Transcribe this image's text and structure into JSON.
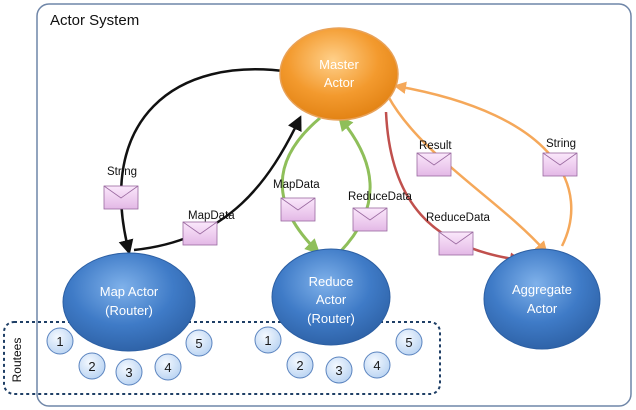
{
  "title": "Actor System",
  "routees_label": "Routees",
  "nodes": {
    "master": [
      "Master",
      "Actor"
    ],
    "map": [
      "Map Actor",
      "(Router)"
    ],
    "reduce": [
      "Reduce",
      "Actor",
      "(Router)"
    ],
    "aggregate": [
      "Aggregate",
      "Actor"
    ]
  },
  "messages": {
    "string_left": "String",
    "mapdata_bottom": "MapData",
    "mapdata_mid": "MapData",
    "reducedata_mid": "ReduceData",
    "result": "Result",
    "reducedata_right": "ReduceData",
    "string_right": "String"
  },
  "routees": {
    "map": [
      "1",
      "2",
      "3",
      "4",
      "5"
    ],
    "reduce": [
      "1",
      "2",
      "3",
      "4",
      "5"
    ]
  },
  "colors": {
    "master_fill": "#f39a2e",
    "actor_fill": "#3f7bc7",
    "black_arrow": "#111111",
    "green_arrow": "#8fbf5a",
    "red_arrow": "#c0504d",
    "orange_arrow": "#f5a85a"
  }
}
